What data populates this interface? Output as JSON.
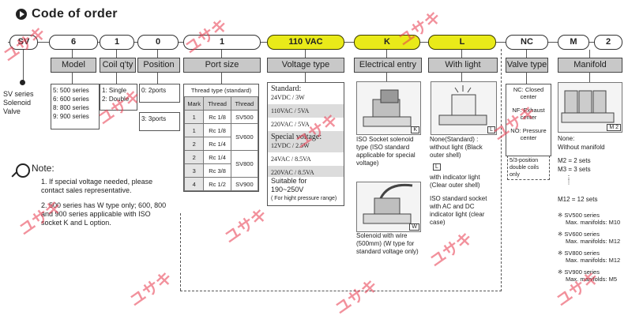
{
  "title": "Code of order",
  "pills": [
    "SV",
    "6",
    "1",
    "0",
    "1",
    "110 VAC",
    "K",
    "L",
    "NC",
    "M",
    "2"
  ],
  "headers": {
    "model": "Model",
    "coil": "Coil q'ty",
    "position": "Position",
    "port": "Port size",
    "voltage": "Voltage type",
    "electrical": "Electrical entry",
    "light": "With light",
    "valve": "Valve type",
    "manifold": "Manifold"
  },
  "sv": [
    "SV series",
    "Solenoid",
    "Valve"
  ],
  "model": [
    "5: 500 series",
    "6: 600 series",
    "8: 800 series",
    "9: 900 series"
  ],
  "coil": [
    "1: Single",
    "2: Double"
  ],
  "position": [
    "0: 2ports",
    "3: 3ports"
  ],
  "port": {
    "caption": "Thread type (standard)",
    "cols": [
      "Mark",
      "Thread",
      "Thread"
    ],
    "rows": [
      [
        "1",
        "Rc 1/8",
        "SV500"
      ],
      [
        "1",
        "Rc 1/8",
        "SV600"
      ],
      [
        "2",
        "Rc 1/4",
        ""
      ],
      [
        "2",
        "Rc 1/4",
        "SV800"
      ],
      [
        "3",
        "Rc 3/8",
        ""
      ],
      [
        "4",
        "Rc 1/2",
        "SV900"
      ]
    ]
  },
  "voltage": {
    "std_label": "Standard:",
    "std": [
      "24VDC / 3W",
      "110VAC / 5VA",
      "220VAC / 5VA"
    ],
    "spec_label": "Special voltage:",
    "spec": [
      "12VDC / 2.5W",
      "24VAC / 8.5VA",
      "220VAC / 8.5VA"
    ],
    "suitable": "Suitable for 190~250V",
    "suitable_note": "( For hight pressure range)"
  },
  "electrical": {
    "k_tag": "K",
    "k_text": "ISO Socket solenoid type (ISO standard applicable for special voltage)",
    "w_tag": "W",
    "w_text": "Solenoid with wire (500mm) (W type for standard voltage only)"
  },
  "light": {
    "l_tag": "L",
    "none_text": "None(Standard) : without light (Black outer shell)",
    "l_text": "with indicator light (Clear outer shell)",
    "iso_text": "ISO standard socket with AC and DC indicator light (clear case)"
  },
  "valve": {
    "nc": "NC: Closed center",
    "nf": "NF: Exhaust center",
    "no": "NO: Pressure center",
    "note": "5/3-position double coils only"
  },
  "manifold": {
    "m2_tag": "M 2",
    "none": "None:",
    "none_desc": "Without manifold",
    "m2": "M2 = 2 sets",
    "m3": "M3 = 3 sets",
    "m12": "M12 = 12 sets",
    "series": [
      [
        "※ SV500 series",
        "Max. manifolds: M10"
      ],
      [
        "※ SV600 series",
        "Max. manifolds: M12"
      ],
      [
        "※ SV800 series",
        "Max. manifolds: M12"
      ],
      [
        "※ SV900 series",
        "Max. manifolds: M5"
      ]
    ]
  },
  "notes": {
    "heading": "Note:",
    "items": [
      "1. If special voltage needed, please contact sales representative.",
      "2. 500 series has W type only; 600, 800 and 900 series applicable with ISO socket K and L option."
    ]
  },
  "watermark": "ユサキ"
}
